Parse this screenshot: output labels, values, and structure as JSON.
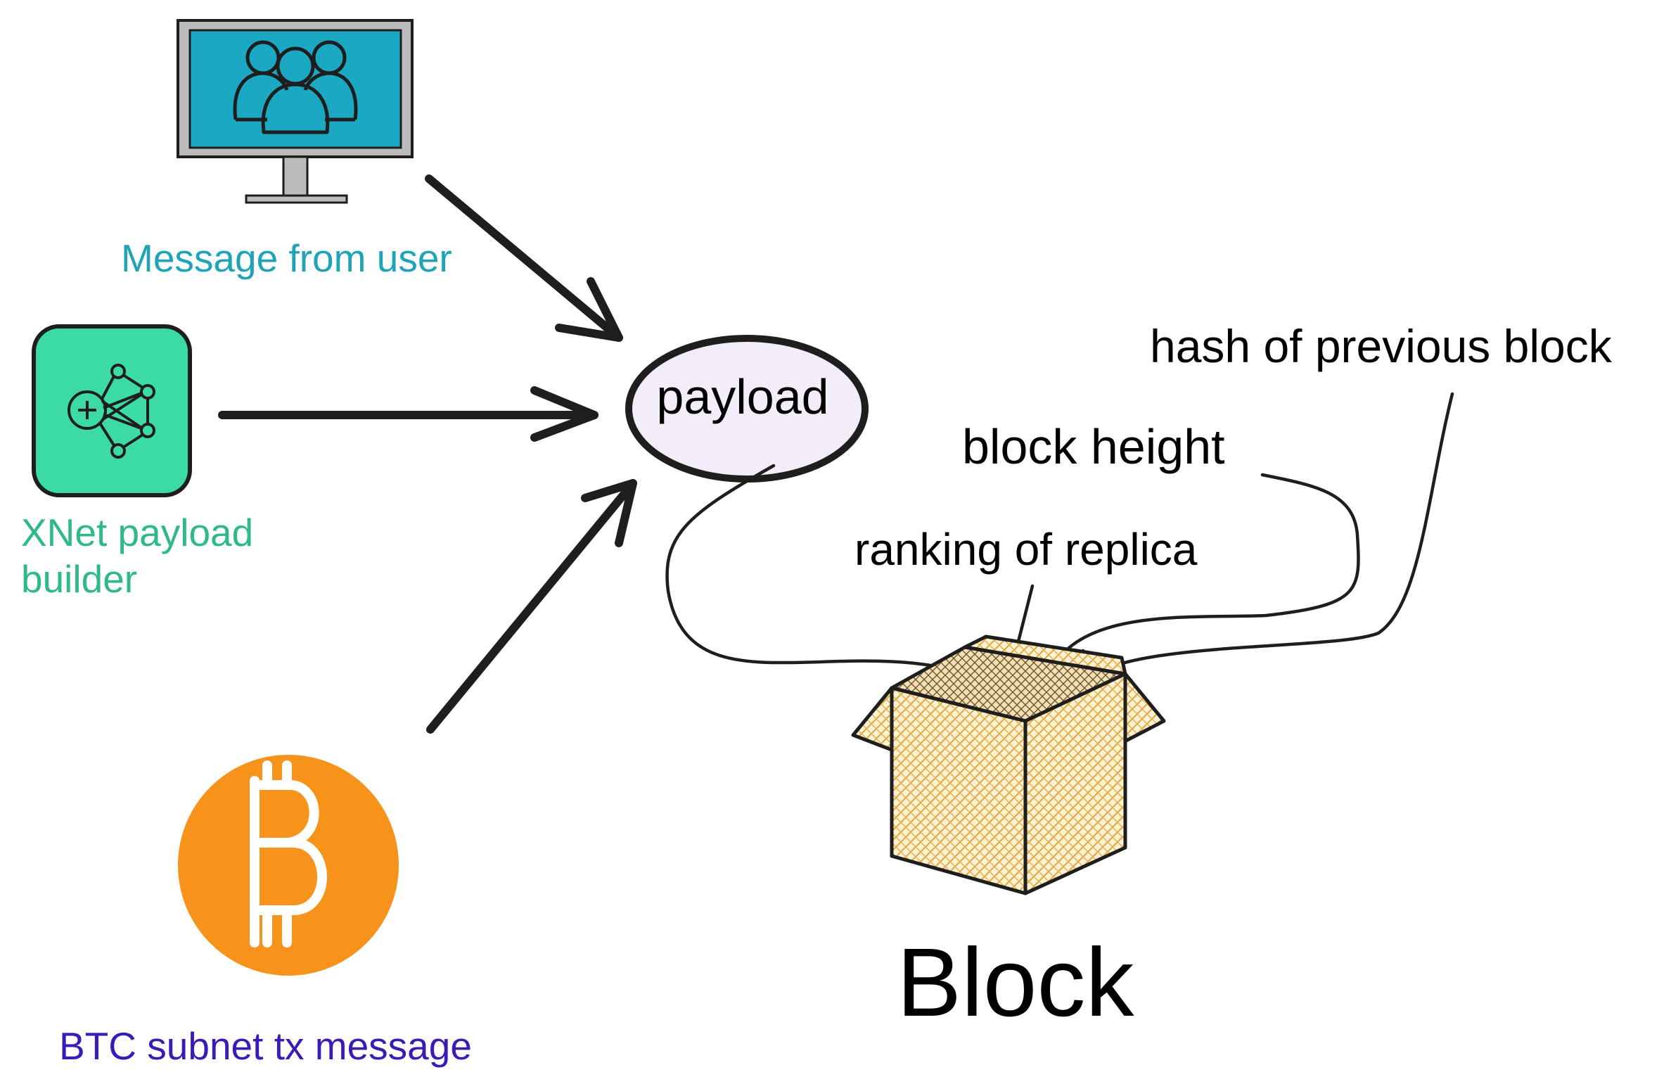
{
  "sources": {
    "user": {
      "label": "Message from user",
      "color": "#1fa3b8",
      "icon": "users-monitor-icon"
    },
    "xnet": {
      "label": "XNet payload\nbuilder",
      "color": "#2fb88a",
      "icon": "network-plus-icon"
    },
    "btc": {
      "label": "BTC subnet tx message",
      "color": "#3a1bb5",
      "icon": "bitcoin-icon"
    }
  },
  "payload": {
    "label": "payload",
    "fill": "#f3ecf9"
  },
  "block_fields": {
    "hash": "hash of previous block",
    "height": "block height",
    "ranking": "ranking of replica"
  },
  "block": {
    "label": "Block",
    "icon": "open-box-icon",
    "color": "#f7c874"
  },
  "colors": {
    "arrow": "#1e1e1e",
    "monitor_screen": "#1aa8c2",
    "xnet_bg": "#3ddba4",
    "btc_bg": "#f7931a"
  }
}
